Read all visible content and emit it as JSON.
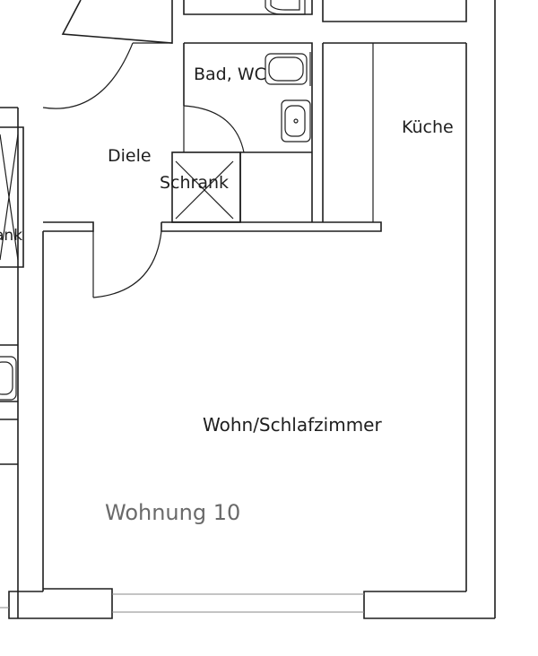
{
  "rooms": {
    "bath_label": "Bad, WC",
    "kitchen_label": "Küche",
    "hall_label": "Diele",
    "closet_label": "Schrank",
    "closet_left_label": "ank",
    "living_label": "Wohn/Schlafzimmer"
  },
  "apartment": {
    "label": "Wohnung 10"
  },
  "colors": {
    "line": "#1e1e1e",
    "apartment_label": "#6a6a6a"
  }
}
